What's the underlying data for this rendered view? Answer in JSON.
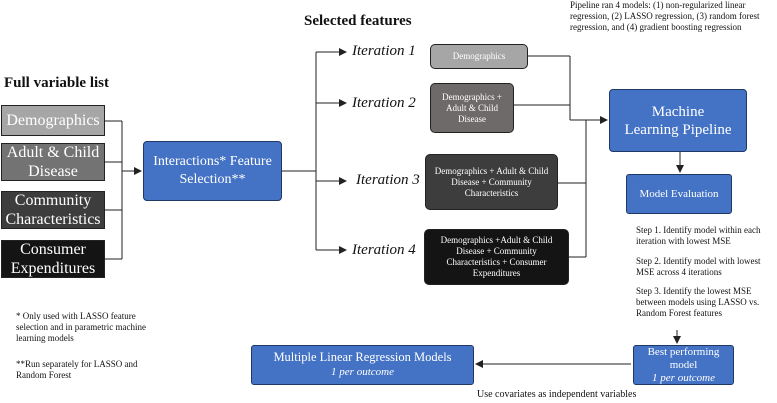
{
  "headings": {
    "full_list": "Full variable list",
    "selected": "Selected features"
  },
  "variables": [
    {
      "label": "Demographics",
      "color": "#a6a6a6"
    },
    {
      "label": "Adult & Child Disease",
      "color": "#737373"
    },
    {
      "label": "Community Characteristics",
      "color": "#3d3d3d"
    },
    {
      "label": "Consumer Expenditures",
      "color": "#141414"
    }
  ],
  "selection_box": "Interactions* Feature Selection**",
  "iterations": [
    {
      "label": "Iteration 1",
      "features": "Demographics",
      "color": "#a6a6a6"
    },
    {
      "label": "Iteration 2",
      "features": "Demographics + Adult & Child Disease",
      "color": "#6e6a6a"
    },
    {
      "label": "Iteration 3",
      "features": "Demographics + Adult & Child Disease + Community Characteristics",
      "color": "#3d3d3d"
    },
    {
      "label": "Iteration 4",
      "features": "Demographics +Adult & Child Disease + Community Characteristics + Consumer Expenditures",
      "color": "#141414"
    }
  ],
  "pipeline_note": "Pipeline ran 4 models: (1) non-regularized linear regression, (2) LASSO regression, (3) random forest regression, and (4) gradient boosting regression",
  "ml_pipeline": "Machine Learning Pipeline",
  "model_eval": "Model Evaluation",
  "steps": [
    "Step 1. Identify model within each iteration with lowest MSE",
    "Step 2. Identify model with lowest MSE across 4 iterations",
    "Step 3. Identify the lowest MSE between models using LASSO vs. Random Forest features"
  ],
  "best_model": {
    "title": "Best performing model",
    "sub": "1 per outcome"
  },
  "mlr_models": {
    "title": "Multiple Linear Regression Models",
    "sub": "1 per outcome"
  },
  "covariates_note": "Use covariates as independent variables",
  "footnotes": [
    "* Only used with LASSO feature selection and in parametric machine learning models",
    "**Run separately for LASSO and Random Forest"
  ],
  "colors": {
    "accent": "#4472c4",
    "line": "#222222"
  }
}
